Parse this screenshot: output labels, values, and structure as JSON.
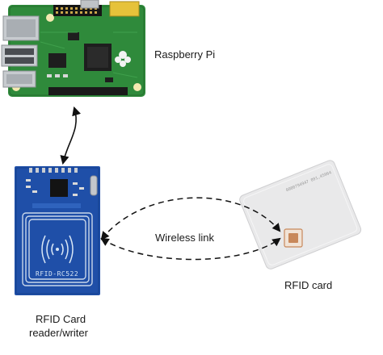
{
  "labels": {
    "raspberry_pi": "Raspberry Pi",
    "wireless_link": "Wireless link",
    "rfid_card": "RFID card",
    "reader_line1": "RFID Card",
    "reader_line2": "reader/writer"
  },
  "board_text": {
    "reader_model": "RFID-RC522",
    "card_serial": "0000794947 091,45964"
  },
  "colors": {
    "pi_board": "#2f8a3b",
    "reader_board": "#1f4fa8",
    "card_body": "#e9e9ea",
    "card_chip": "#c8885a",
    "arrow": "#111111"
  }
}
